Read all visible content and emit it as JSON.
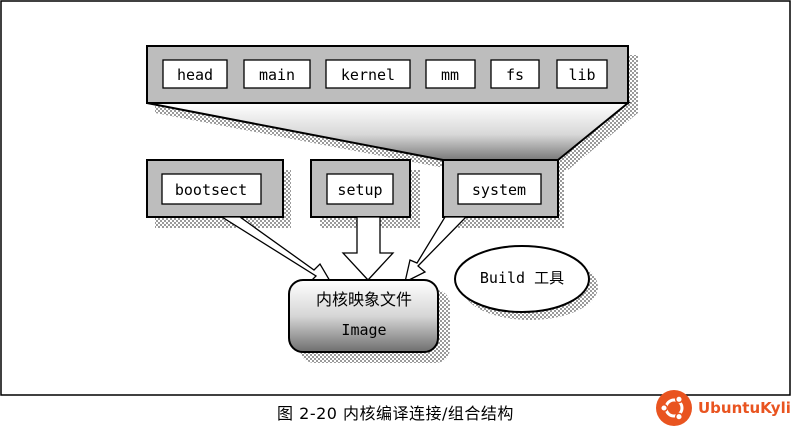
{
  "modules": {
    "head": "head",
    "main": "main",
    "kernel": "kernel",
    "mm": "mm",
    "fs": "fs",
    "lib": "lib"
  },
  "components": {
    "bootsect": "bootsect",
    "setup": "setup",
    "system": "system"
  },
  "image": {
    "line1": "内核映象文件",
    "line2": "Image"
  },
  "tool": {
    "label": "Build 工具"
  },
  "caption": "图 2-20 内核编译连接/组合结构",
  "watermark": {
    "text": "UbuntuKylin",
    "logo": "ubuntu-circle-of-friends-icon",
    "color": "#e95420"
  }
}
